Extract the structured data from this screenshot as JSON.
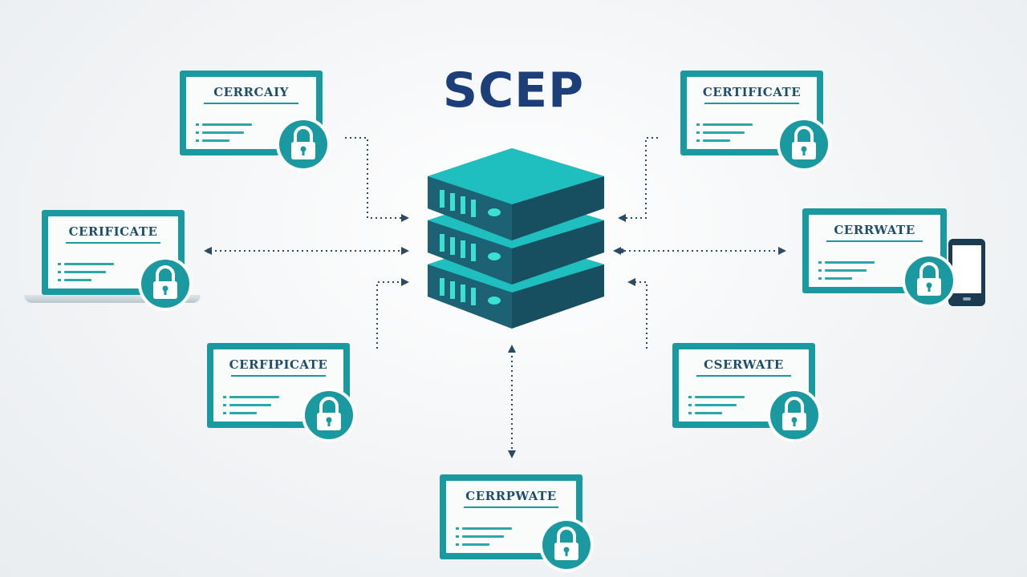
{
  "title": "SCEP",
  "colors": {
    "title": "#1c3f7a",
    "accent": "#1a9aa0",
    "server_top": "#1fbfbf",
    "server_body": "#1a5a6b",
    "connector": "#2d4a63"
  },
  "certificates": {
    "top_left": "CERRCAIY",
    "laptop": "CERIFICATE",
    "mid_left": "CERFIPICATE",
    "bottom": "CERRPWATE",
    "top_right": "CERTIFICATE",
    "phone": "CERRWATE",
    "mid_right": "CSERWATE"
  },
  "icons": {
    "lock": "padlock-icon",
    "server": "server-stack-icon",
    "laptop": "laptop-icon",
    "phone": "smartphone-icon"
  }
}
